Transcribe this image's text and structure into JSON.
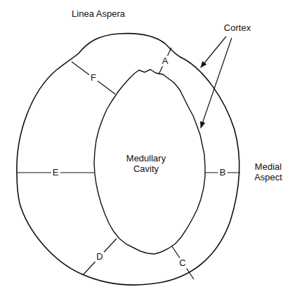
{
  "diagram": {
    "labels": [
      "Linea Aspera",
      "Cortex",
      "F",
      "A",
      "E",
      "Medullary Cavity",
      "B",
      "Medial Aspect",
      "D",
      "C"
    ]
  }
}
